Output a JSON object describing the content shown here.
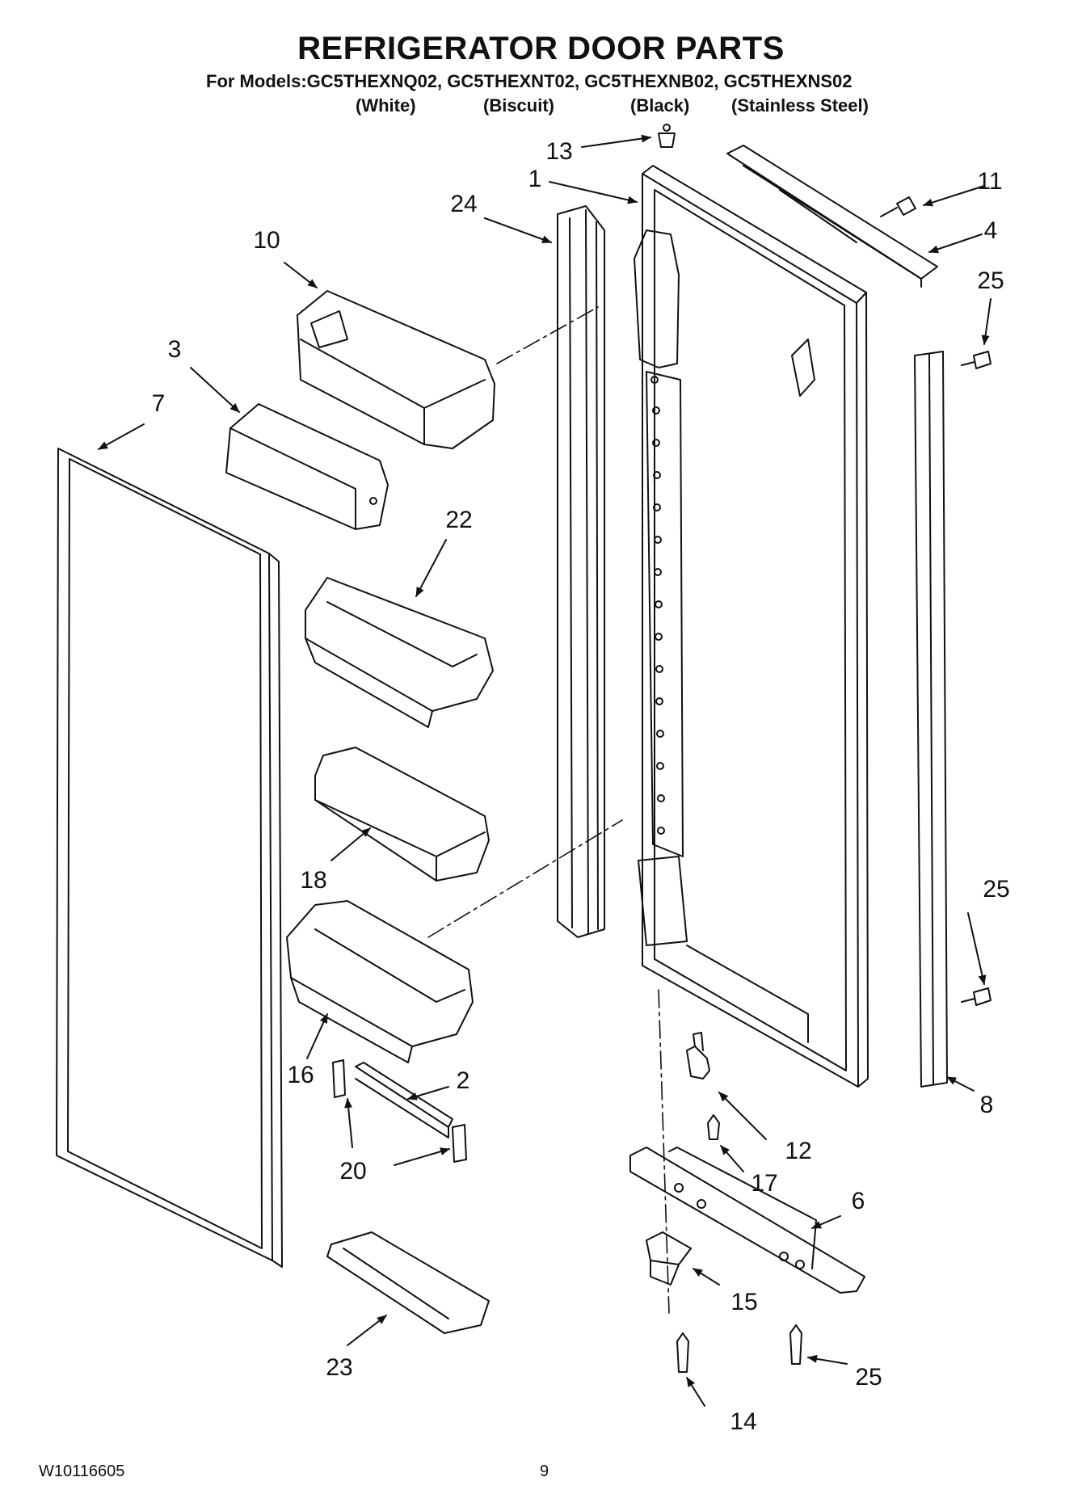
{
  "header": {
    "title": "REFRIGERATOR DOOR PARTS",
    "models_line": "For Models:GC5THEXNQ02, GC5THEXNT02, GC5THEXNB02, GC5THEXNS02",
    "colors": [
      "(White)",
      "(Biscuit)",
      "(Black)",
      "(Stainless Steel)"
    ]
  },
  "callouts": {
    "c1": "1",
    "c2": "2",
    "c3": "3",
    "c4": "4",
    "c6": "6",
    "c7": "7",
    "c8": "8",
    "c10": "10",
    "c11": "11",
    "c12": "12",
    "c13": "13",
    "c14": "14",
    "c15": "15",
    "c16": "16",
    "c17": "17",
    "c18": "18",
    "c20": "20",
    "c22": "22",
    "c23": "23",
    "c24": "24",
    "c25a": "25",
    "c25b": "25",
    "c25c": "25"
  },
  "footer": {
    "doc_number": "W10116605",
    "page_number": "9"
  }
}
